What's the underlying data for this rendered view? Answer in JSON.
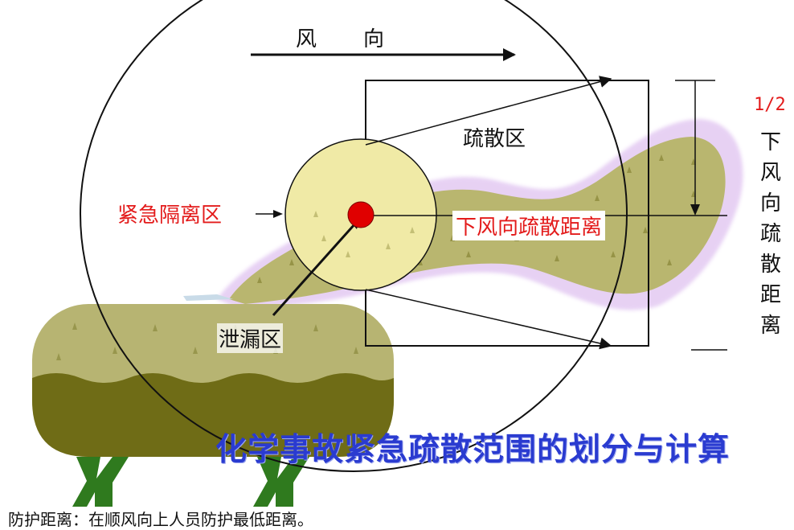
{
  "wind_direction": {
    "char1": "风",
    "char2": "向"
  },
  "evacuation_zone": "疏散区",
  "isolation_zone": "紧急隔离区",
  "downwind_evacuation_distance": "下风向疏散距离",
  "leak_zone": "泄漏区",
  "half_ratio": "1/2",
  "side_label_chars": [
    "下",
    "风",
    "向",
    "疏",
    "散",
    "距",
    "离"
  ],
  "title": "化学事故紧急疏散范围的划分与计算",
  "footnote": "防护距离：在顺风向上人员防护最低距离。",
  "colors": {
    "plume": "#b9b66f",
    "plume_halo": "#e3c9f2",
    "tank_top": "#b7b472",
    "tank_bottom": "#6f6c16",
    "tank_legs": "#2f7a1e",
    "isolation_circle": "#f0eaa6",
    "leak_point": "#e00000",
    "red_text": "#e31b1b",
    "title_blue": "#2a3bd0"
  }
}
